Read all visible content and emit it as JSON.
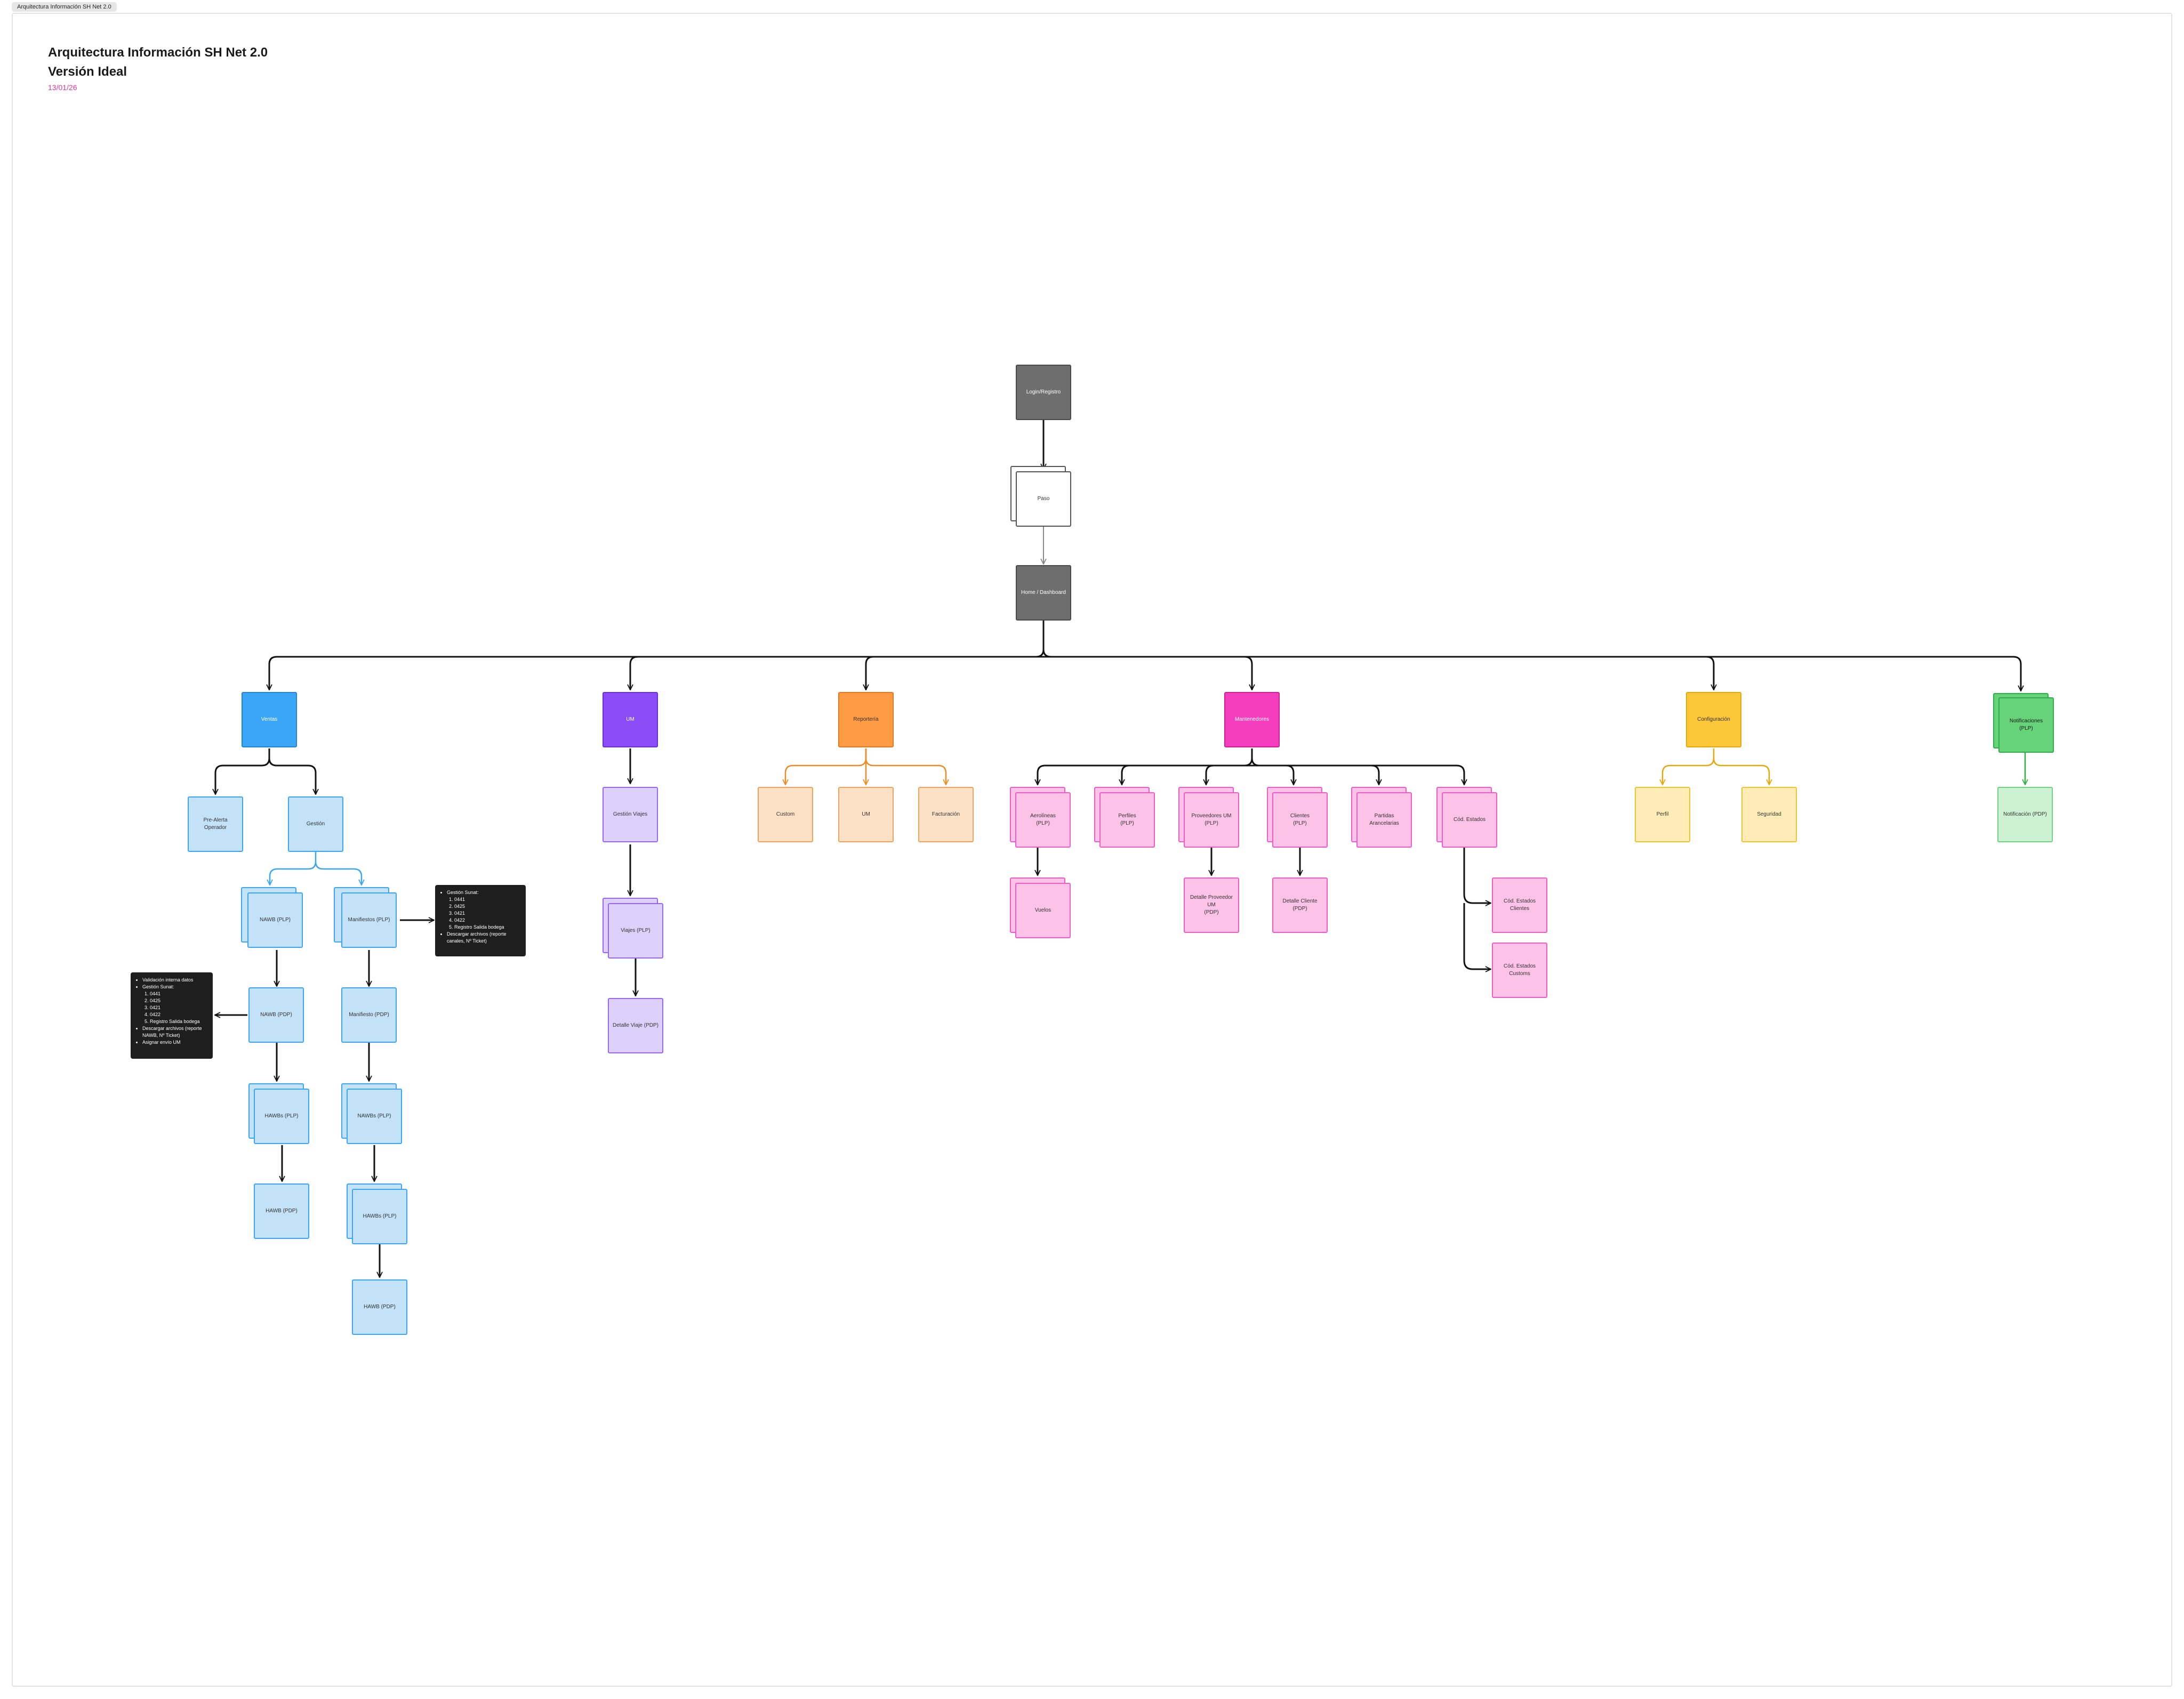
{
  "tab_label": "Arquitectura Información SH Net 2.0",
  "title_line1": "Arquitectura Información SH Net 2.0",
  "title_line2": "Versión Ideal",
  "date": "13/01/26",
  "colors": {
    "accent_pink": "#e6339c",
    "ventas": "#3aa6f5",
    "um": "#8b4cf6",
    "reporteria": "#ff9b45",
    "mantenedores": "#f53ebe",
    "configuracion": "#fdc73a",
    "notificaciones": "#66d27a"
  },
  "nodes": {
    "login": "Login/Registro",
    "paso": "Paso",
    "home": "Home / Dashboard",
    "ventas": "Ventas",
    "pre_alerta": "Pre-Alerta\nOperador",
    "gestion": "Gestión",
    "nawb_plp": "NAWB (PLP)",
    "manifiestos_plp": "Manifiestos (PLP)",
    "nawb_pdp": "NAWB (PDP)",
    "manifiesto_pdp": "Manifiesto (PDP)",
    "hawb_plp_1": "HAWBs (PLP)",
    "nawbs_plp": "NAWBs (PLP)",
    "hawb_pdp_1": "HAWB (PDP)",
    "hawb_plp_2": "HAWBs (PLP)",
    "hawb_pdp_2": "HAWB (PDP)",
    "um": "UM",
    "gestion_viajes": "Gestión Viajes",
    "viajes_plp": "Viajes (PLP)",
    "detalle_viaje": "Detalle Viaje (PDP)",
    "reporteria": "Reportería",
    "custom": "Custom",
    "um_rep": "UM",
    "facturacion": "Facturación",
    "mantenedores": "Mantenedores",
    "aerolineas": "Aerolíneas\n(PLP)",
    "vuelos": "Vuelos",
    "perfiles": "Perfiles\n(PLP)",
    "proveedores": "Proveedores UM\n(PLP)",
    "detalle_proveedor": "Detalle Proveedor\nUM\n(PDP)",
    "clientes": "Clientes\n(PLP)",
    "detalle_cliente": "Detalle Cliente\n(PDP)",
    "partidas": "Partidas\nArancelarias",
    "cod_estados": "Cód. Estados",
    "cod_estados_clientes": "Cód. Estados\nClientes",
    "cod_estados_customs": "Cód. Estados\nCustoms",
    "configuracion": "Configuración",
    "perfil": "Perfil",
    "seguridad": "Seguridad",
    "notificaciones": "Notificaciones\n(PLP)",
    "notificacion_pdp": "Notificación (PDP)"
  },
  "note_manifiestos": {
    "item1": "Gestión Sunat:",
    "codes": [
      "0441",
      "0425",
      "0421",
      "0422",
      "Registro Salida bodega"
    ],
    "item2": "Descargar archivos (reporte canales, Nº Ticket)"
  },
  "note_nawb": {
    "item1": "Validación interna datos",
    "item2": "Gestión Sunat:",
    "codes": [
      "0441",
      "0425",
      "0421",
      "0422",
      "Registro Salida bodega"
    ],
    "item3": "Descargar archivos (reporte NAWB, Nº Ticket)",
    "item4": "Asignar envío UM"
  }
}
